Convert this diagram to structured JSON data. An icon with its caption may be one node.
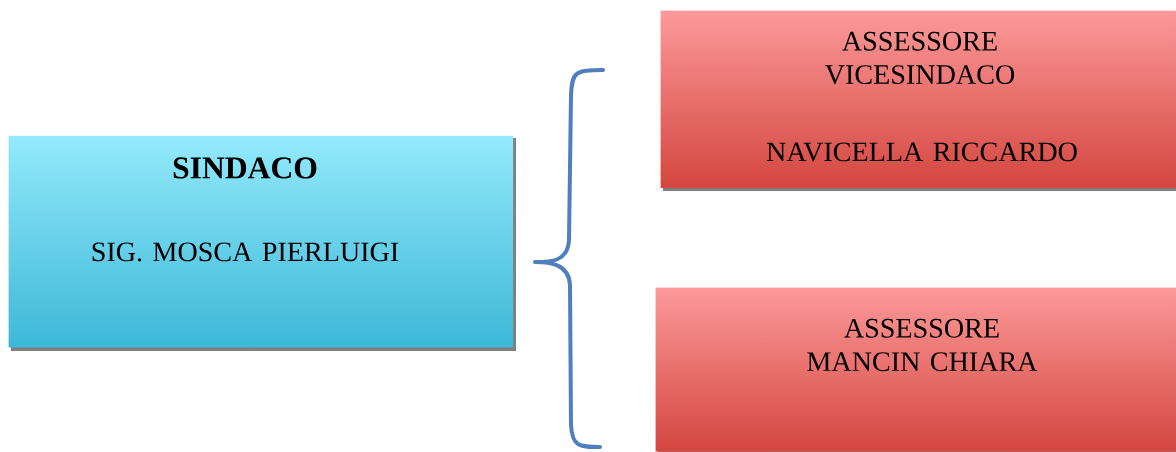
{
  "diagram": {
    "nodes": [
      {
        "text": [
          "SINDACO",
          "SIG. MOSCA PIERLUIGI"
        ]
      },
      {
        "text": [
          "ASSESSORE VICESINDACO",
          "NAVICELLA RICCARDO"
        ]
      },
      {
        "text": [
          "ASSESSORE MANCIN CHIARA"
        ]
      }
    ]
  }
}
